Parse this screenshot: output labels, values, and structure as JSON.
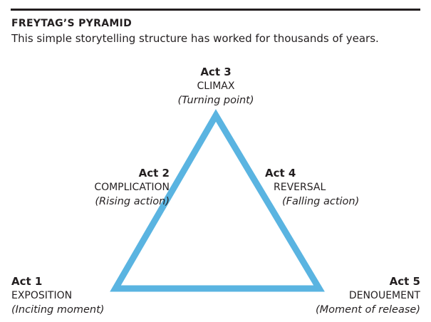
{
  "header": {
    "title": "FREYTAG’S PYRAMID",
    "subtitle": "This simple storytelling structure has worked for thousands of years."
  },
  "colors": {
    "triangle": "#5ab4e1",
    "text": "#231f20",
    "rule": "#231f20"
  },
  "acts": [
    {
      "num": "Act 1",
      "name": "EXPOSITION",
      "desc": "(Inciting moment)"
    },
    {
      "num": "Act 2",
      "name": "COMPLICATION",
      "desc": "(Rising action)"
    },
    {
      "num": "Act 3",
      "name": "CLIMAX",
      "desc": "(Turning point)"
    },
    {
      "num": "Act 4",
      "name": "REVERSAL",
      "desc": "(Falling action)"
    },
    {
      "num": "Act 5",
      "name": "DENOUEMENT",
      "desc": "(Moment of release)"
    }
  ]
}
